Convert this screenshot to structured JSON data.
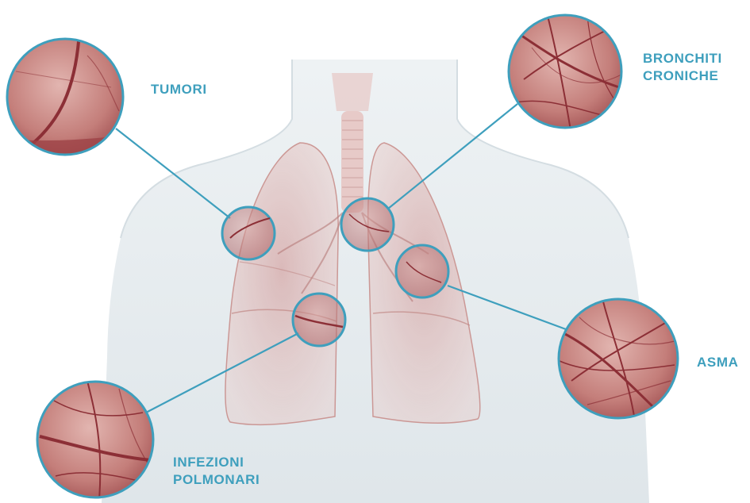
{
  "colors": {
    "accent": "#3e9fbd",
    "tissue": "#8c2f36",
    "body": "#e3e9ec"
  },
  "labels": {
    "tumori": [
      "TUMORI"
    ],
    "bronchiti": [
      "BRONCHITI",
      "CRONICHE"
    ],
    "asma": [
      "ASMA"
    ],
    "infezioni": [
      "INFEZIONI",
      "POLMONARI"
    ]
  }
}
